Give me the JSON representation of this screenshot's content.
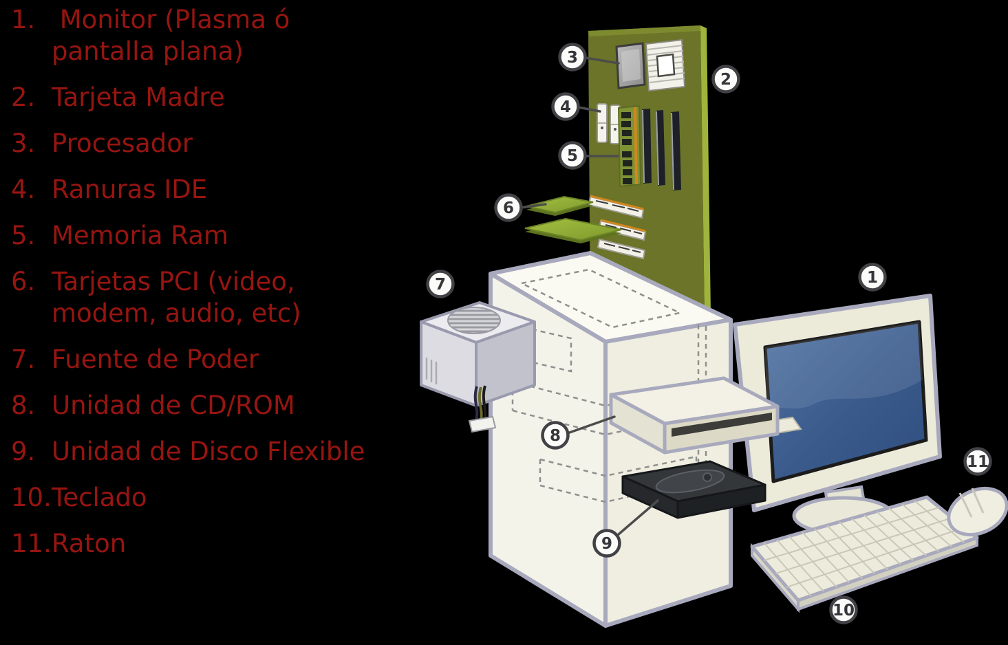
{
  "background_color": "#000000",
  "list": {
    "text_color": "#971511",
    "items": [
      {
        "number": "1.",
        "label": " Monitor (Plasma ó pantalla plana)"
      },
      {
        "number": "2.",
        "label": "Tarjeta Madre"
      },
      {
        "number": "3.",
        "label": "Procesador"
      },
      {
        "number": "4.",
        "label": "Ranuras IDE"
      },
      {
        "number": "5.",
        "label": "Memoria Ram"
      },
      {
        "number": "6.",
        "label": "Tarjetas PCI (video, modem, audio, etc)"
      },
      {
        "number": "7.",
        "label": "Fuente de Poder"
      },
      {
        "number": "8.",
        "label": "Unidad de CD/ROM"
      },
      {
        "number": "9.",
        "label": "Unidad de Disco Flexible"
      },
      {
        "number": "10.",
        "label": "Teclado"
      },
      {
        "number": "11.",
        "label": "Raton"
      }
    ]
  },
  "diagram": {
    "callouts": [
      {
        "number": "1",
        "target": "monitor"
      },
      {
        "number": "2",
        "target": "tarjeta-madre"
      },
      {
        "number": "3",
        "target": "procesador"
      },
      {
        "number": "4",
        "target": "ranuras-ide"
      },
      {
        "number": "5",
        "target": "memoria-ram"
      },
      {
        "number": "6",
        "target": "tarjetas-pci"
      },
      {
        "number": "7",
        "target": "fuente-de-poder"
      },
      {
        "number": "8",
        "target": "unidad-cd-rom"
      },
      {
        "number": "9",
        "target": "unidad-disco-flexible"
      },
      {
        "number": "10",
        "target": "teclado"
      },
      {
        "number": "11",
        "target": "raton"
      }
    ],
    "colors": {
      "motherboard_green": "#6b7428",
      "motherboard_edge": "#9fb43c",
      "pci_card_green": "#8fae35",
      "connector_orange": "#d2871e",
      "case_cream": "#f4f3e9",
      "outline_lavender": "#a8a9bd",
      "screen_blue": "#3e5f92",
      "drive_dark": "#2c2f33",
      "psu_gray": "#dcdce2",
      "callout_border": "#414146",
      "callout_fill": "#fbfbf9"
    }
  }
}
